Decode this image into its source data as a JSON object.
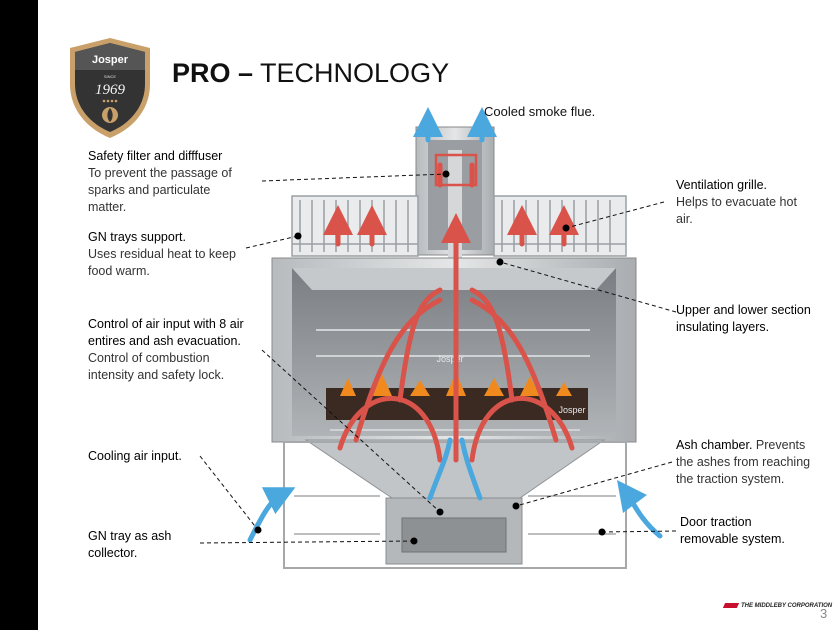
{
  "brand": {
    "logo_text": "Josper",
    "logo_since": "SINCE",
    "logo_year": "1969"
  },
  "title": {
    "bold": "PRO –",
    "normal": "TECHNOLOGY"
  },
  "labels": {
    "smoke_flue": "Cooled smoke flue.",
    "safety_filter": {
      "head": "Safety filter and difffuser",
      "desc": [
        "To prevent the passage of",
        "sparks and particulate",
        "matter."
      ]
    },
    "gn_trays_support": {
      "head": "GN trays support.",
      "desc": [
        "Uses residual heat to keep",
        "food warm."
      ]
    },
    "air_input_control": {
      "head": [
        "Control of air input with 8 air",
        "entires and ash evacuation."
      ],
      "desc": [
        "Control of combustion",
        "intensity and safety lock."
      ]
    },
    "cooling_air": {
      "head": "Cooling air input."
    },
    "gn_tray_ash": {
      "head": [
        "GN tray as ash",
        "collector."
      ]
    },
    "ventilation_grille": {
      "head": "Ventilation grille.",
      "desc": [
        "Helps to evacuate hot",
        "air."
      ]
    },
    "insulating_layers": {
      "head": [
        "Upper and lower section",
        "insulating layers."
      ]
    },
    "ash_chamber": {
      "head": "Ash chamber.",
      "desc": [
        "Prevents",
        "the ashes from reaching",
        "the traction system."
      ]
    },
    "door_traction": {
      "head": [
        "Door traction",
        "removable system."
      ]
    }
  },
  "diagram": {
    "grill_badge_1": "Josper",
    "grill_badge_2": "Josper"
  },
  "footer": {
    "company": "THE MIDDLEBY CORPORATION",
    "page_number": "3"
  },
  "colors": {
    "hot_air": "#d9534a",
    "cool_air": "#4aa8de",
    "steel": "#bfc3c6",
    "fire": "#f08a1e",
    "shield": "#3a3a3a",
    "shield_border": "#c9a06a"
  }
}
